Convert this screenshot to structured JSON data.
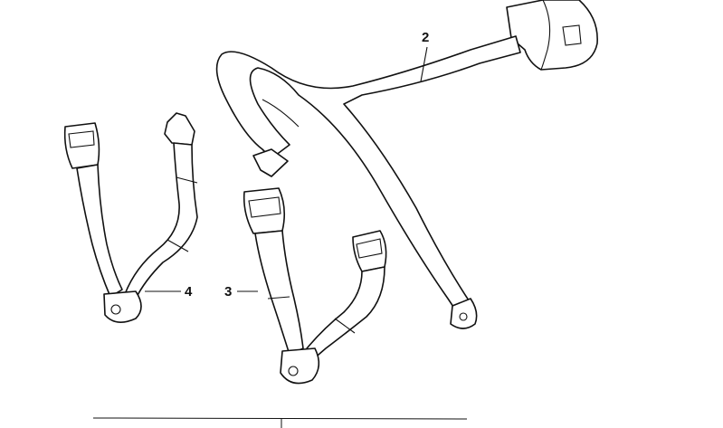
{
  "diagram": {
    "callouts": [
      {
        "label": "2",
        "part": "front-seat-belt-with-retractor"
      },
      {
        "label": "3",
        "part": "rear-center-buckle-pair"
      },
      {
        "label": "4",
        "part": "rear-buckle-and-tongue-set"
      }
    ]
  }
}
